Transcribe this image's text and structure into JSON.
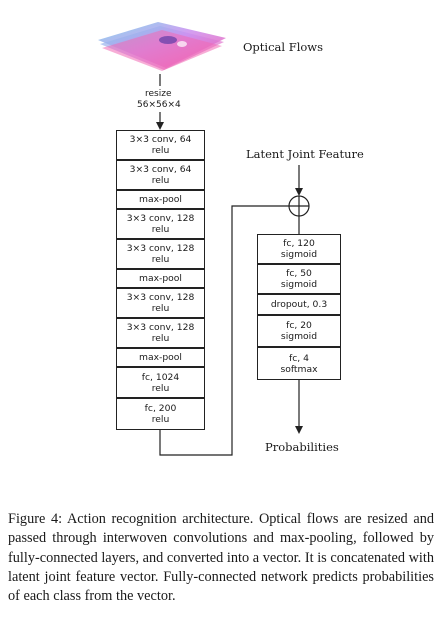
{
  "input": {
    "label": "Optical Flows",
    "resize_label": "resize",
    "resize_dims": "56×56×4"
  },
  "conv_stack": [
    {
      "line1": "3×3 conv, 64",
      "line2": "relu"
    },
    {
      "line1": "3×3 conv, 64",
      "line2": "relu"
    },
    {
      "line1": "max-pool",
      "line2": ""
    },
    {
      "line1": "3×3 conv, 128",
      "line2": "relu"
    },
    {
      "line1": "3×3 conv, 128",
      "line2": "relu"
    },
    {
      "line1": "max-pool",
      "line2": ""
    },
    {
      "line1": "3×3 conv, 128",
      "line2": "relu"
    },
    {
      "line1": "3×3 conv, 128",
      "line2": "relu"
    },
    {
      "line1": "max-pool",
      "line2": ""
    },
    {
      "line1": "fc, 1024",
      "line2": "relu"
    },
    {
      "line1": "fc, 200",
      "line2": "relu"
    }
  ],
  "joint": {
    "label": "Latent Joint Feature",
    "operator_symbol": "⊕"
  },
  "fc_stack": [
    {
      "line1": "fc, 120",
      "line2": "sigmoid"
    },
    {
      "line1": "fc, 50",
      "line2": "sigmoid"
    },
    {
      "line1": "dropout, 0.3",
      "line2": ""
    },
    {
      "line1": "fc, 20",
      "line2": "sigmoid"
    },
    {
      "line1": "fc, 4",
      "line2": "softmax"
    }
  ],
  "output": {
    "label": "Probabilities"
  },
  "caption": "Figure 4: Action recognition architecture. Optical flows are resized and passed through interwoven convolutions and max-pooling, followed by fully-connected layers, and con­verted into a vector. It is concatenated with latent joint fea­ture vector. Fully-connected network predicts probabilities of each class from the vector."
}
